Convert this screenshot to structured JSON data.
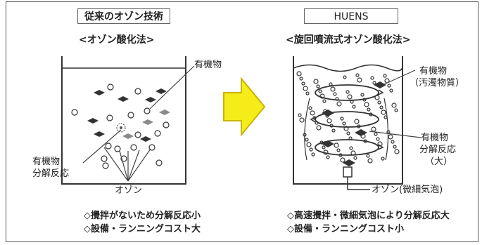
{
  "left": {
    "title": "従来のオゾン技術",
    "method": "<オゾン酸化法>",
    "organic_label": "有機物",
    "reaction_label_1": "有機物",
    "reaction_label_2": "分解反応",
    "ozone_label": "オゾン",
    "notes": [
      "◇攪拌がないため分解反応小",
      "◇設備・ランニングコスト大"
    ]
  },
  "right": {
    "title": "HUENS",
    "method": "<旋回噴流式オゾン酸化法>",
    "organic_label_1": "有機物",
    "organic_label_2": "（汚濁物質）",
    "reaction_label_1": "有機物",
    "reaction_label_2": "分解反応",
    "reaction_label_3": "（大）",
    "ozone_label": "オゾン(微細気泡)",
    "notes": [
      "◇高速攪拌・微細気泡により分解反応大",
      "◇設備・ランニングコスト小"
    ]
  },
  "colors": {
    "arrow_fill": "#f5ec1a",
    "arrow_edge": "#c9b400",
    "diamond": "#333333",
    "diamond_light": "#8a8a8a"
  }
}
